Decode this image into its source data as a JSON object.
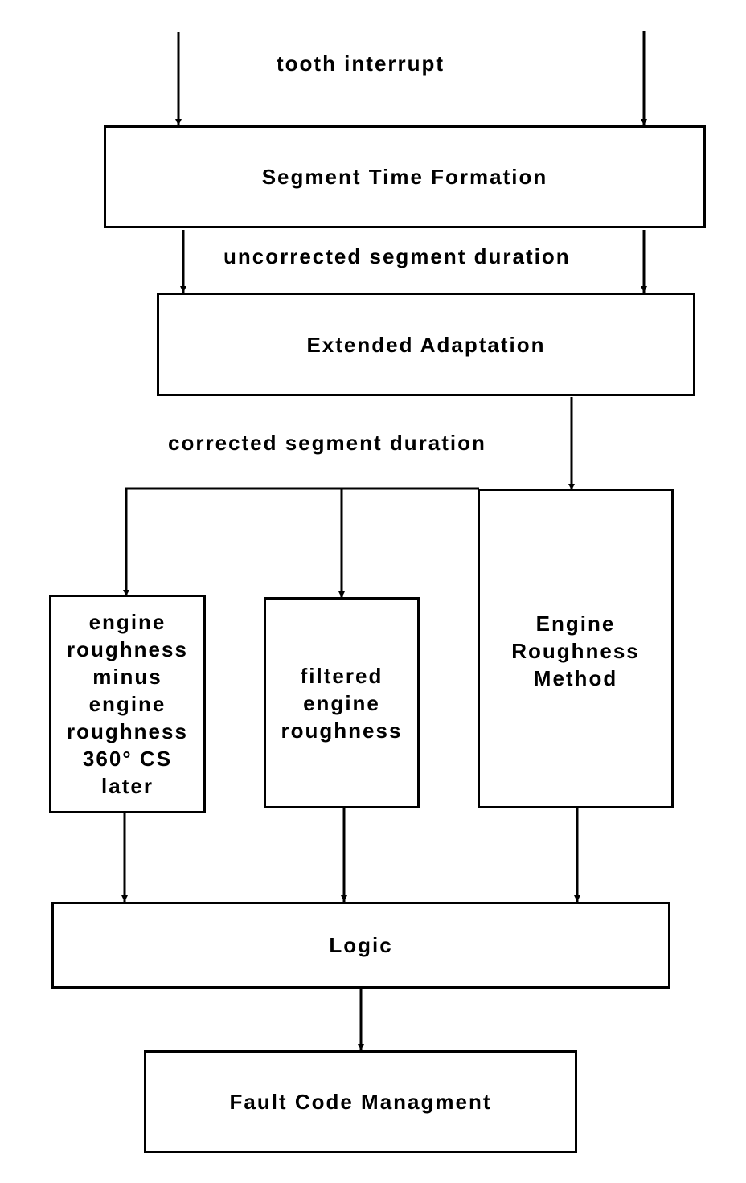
{
  "labels": {
    "tooth_interrupt": "tooth interrupt",
    "uncorrected": "uncorrected segment duration",
    "corrected": "corrected segment duration"
  },
  "blocks": {
    "segment_time": "Segment Time Formation",
    "extended_adaptation": "Extended Adaptation",
    "roughness_minus": "engine\nroughness\nminus\nengine\nroughness\n360° CS\nlater",
    "filtered": "filtered\nengine\nroughness",
    "method": "Engine\nRoughness\nMethod",
    "logic": "Logic",
    "fault_code": "Fault Code Managment"
  }
}
